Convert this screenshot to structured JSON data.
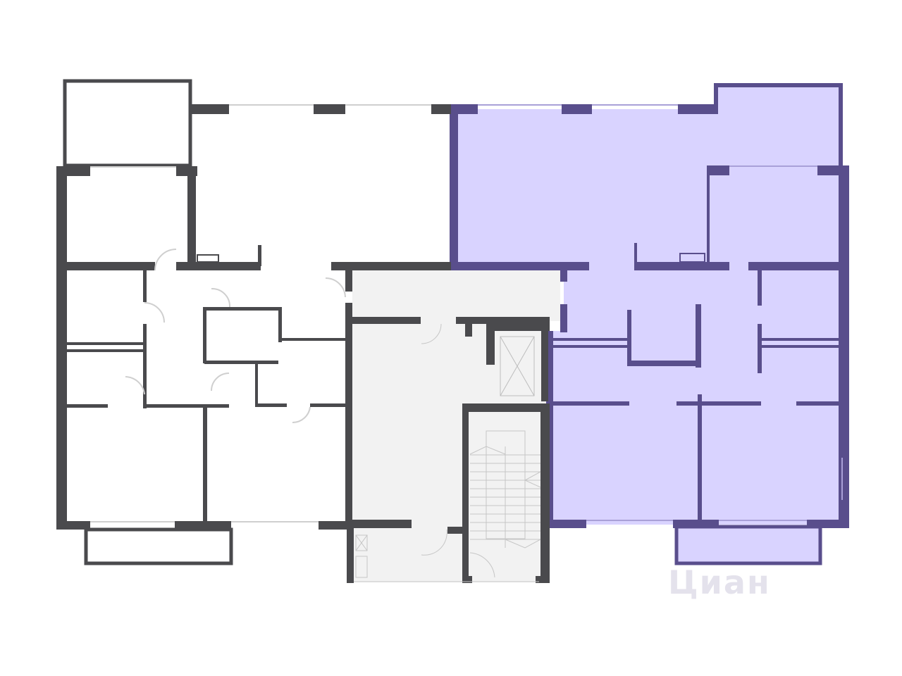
{
  "plan": {
    "watermark": "Циан",
    "colors": {
      "wall": "#4a4a4d",
      "common_area": "#f2f2f2",
      "highlight_fill": "#d9d3ff",
      "highlight_wall": "#594e8c",
      "window": "#ffffff",
      "thin_line": "#bdbdbd"
    },
    "units": [
      {
        "name": "left-apartment",
        "highlighted": false
      },
      {
        "name": "right-apartment",
        "highlighted": true
      }
    ]
  }
}
